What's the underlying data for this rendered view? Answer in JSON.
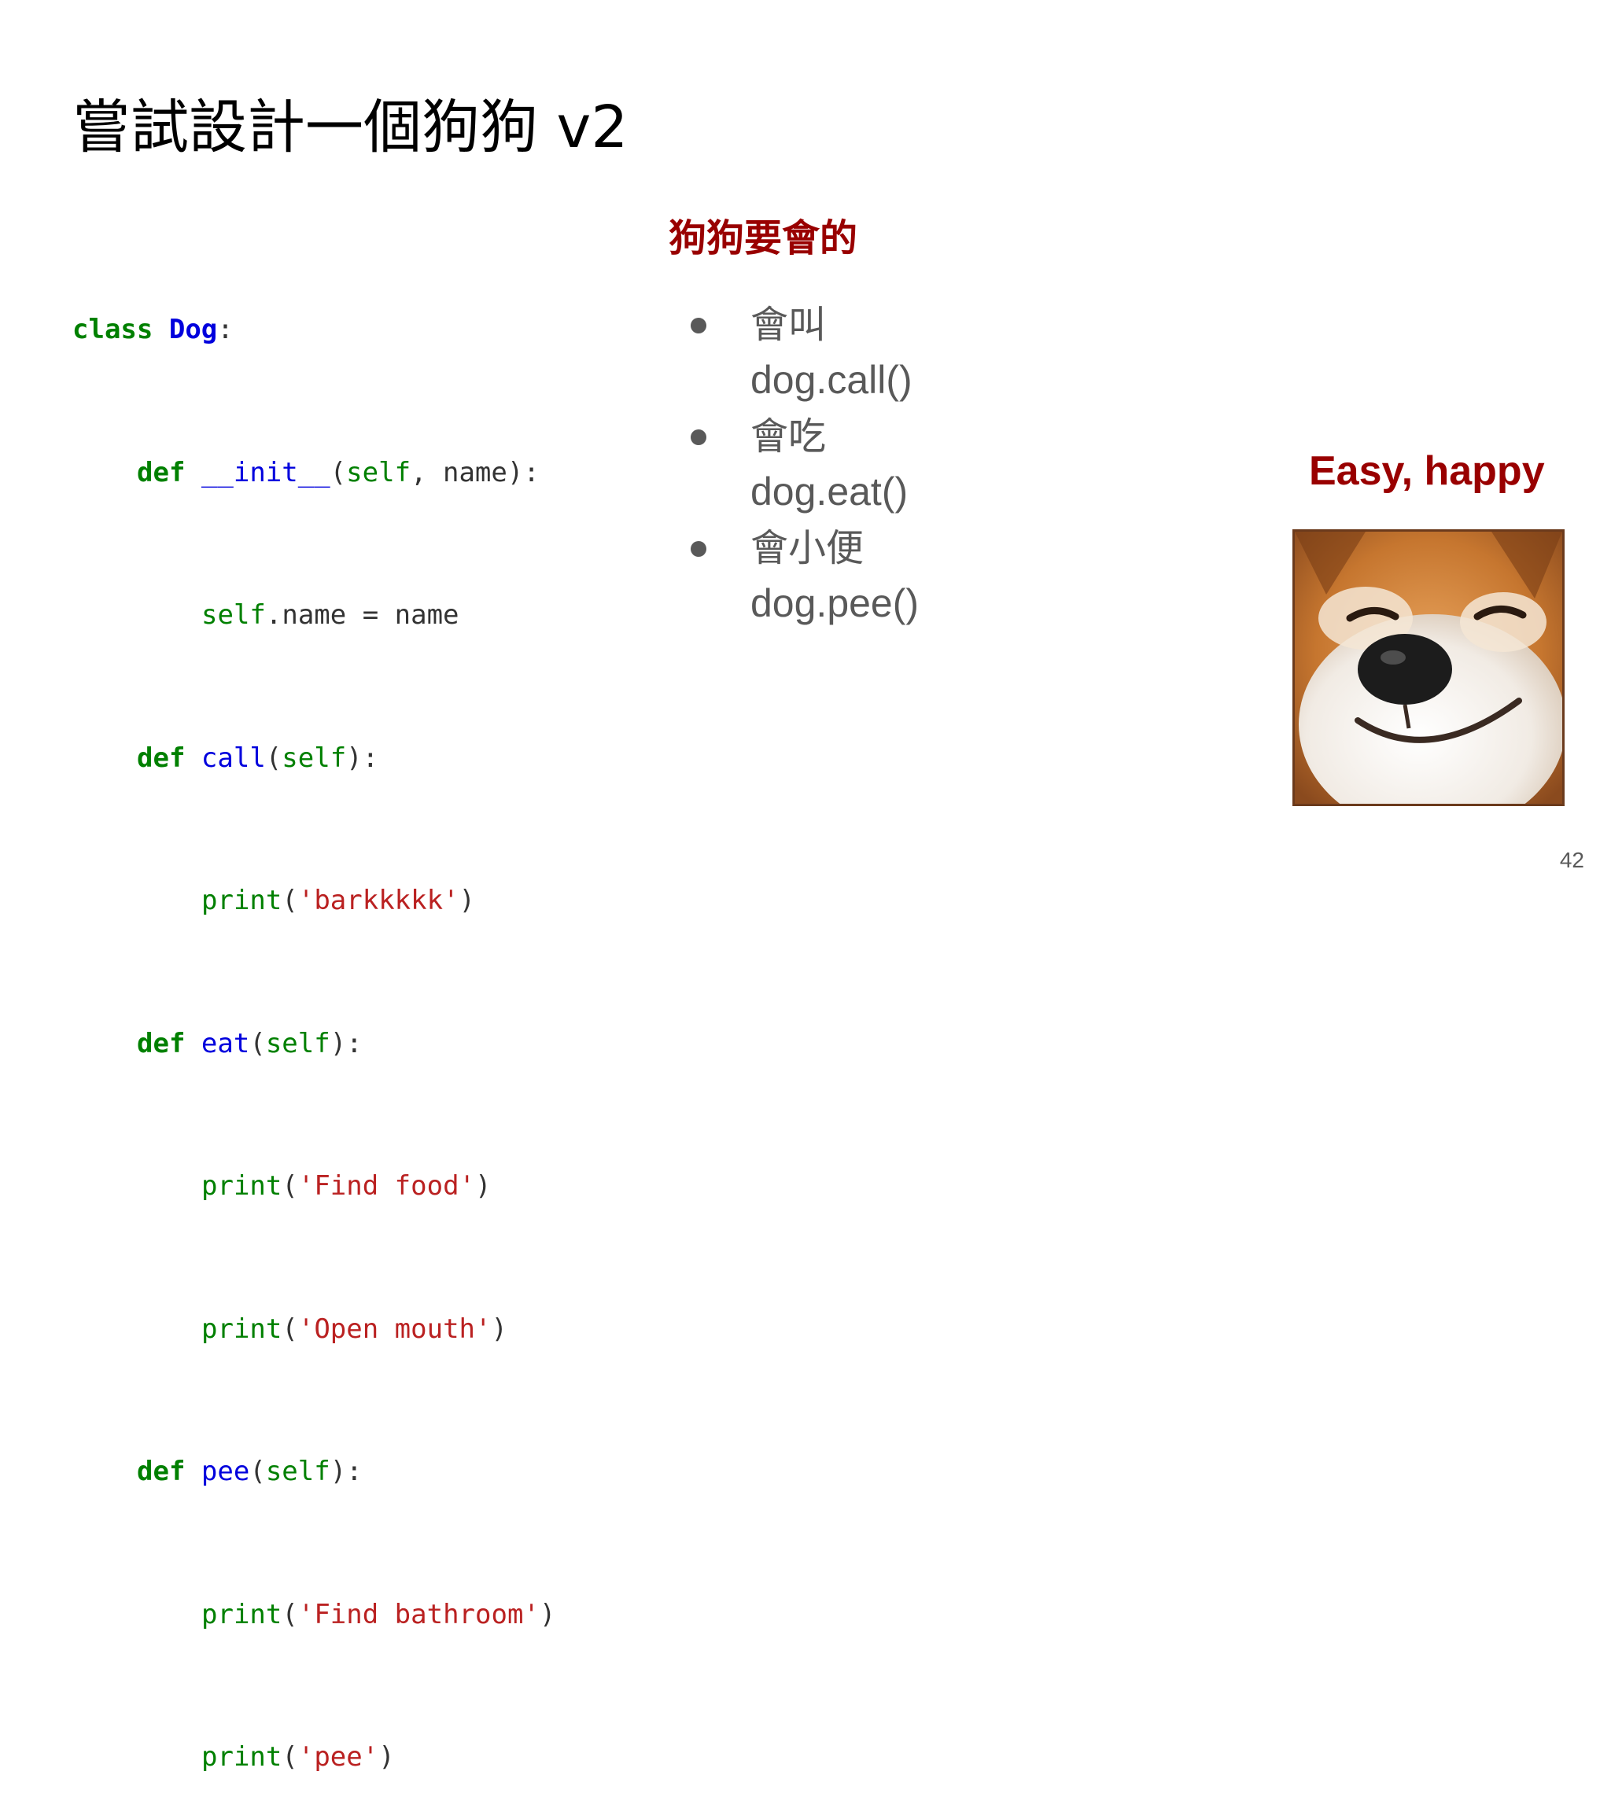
{
  "slide": {
    "title": "嘗試設計一個狗狗 v2",
    "page_number": "42"
  },
  "code": {
    "line1": {
      "kw": "class",
      "name": "Dog",
      "colon": ":"
    },
    "line2": {
      "kw": "def",
      "name": "__init__",
      "open": "(",
      "self": "self",
      "rest": ", name):"
    },
    "line3": {
      "self": "self",
      "rest": ".name = name"
    },
    "line4": {
      "kw": "def",
      "name": "call",
      "open": "(",
      "self": "self",
      "close": "):"
    },
    "line5": {
      "print": "print",
      "open": "(",
      "str": "'barkkkkk'",
      "close": ")"
    },
    "line6": {
      "kw": "def",
      "name": "eat",
      "open": "(",
      "self": "self",
      "close": "):"
    },
    "line7": {
      "print": "print",
      "open": "(",
      "str": "'Find food'",
      "close": ")"
    },
    "line8": {
      "print": "print",
      "open": "(",
      "str": "'Open mouth'",
      "close": ")"
    },
    "line9": {
      "kw": "def",
      "name": "pee",
      "open": "(",
      "self": "self",
      "close": "):"
    },
    "line10": {
      "print": "print",
      "open": "(",
      "str": "'Find bathroom'",
      "close": ")"
    },
    "line11": {
      "print": "print",
      "open": "(",
      "str": "'pee'",
      "close": ")"
    }
  },
  "features": {
    "heading": "狗狗要會的",
    "items": [
      {
        "zh": "會叫",
        "code": "dog.call()"
      },
      {
        "zh": "會吃",
        "code": "dog.eat()"
      },
      {
        "zh": "會小便",
        "code": "dog.pee()"
      }
    ]
  },
  "caption": "Easy, happy",
  "colors": {
    "accent_red": "#990000",
    "keyword_green": "#008000",
    "name_blue": "#0000dd",
    "string_red": "#ba2121",
    "body_gray": "#595959"
  },
  "images": {
    "dog": "smiling shiba inu dog face"
  }
}
